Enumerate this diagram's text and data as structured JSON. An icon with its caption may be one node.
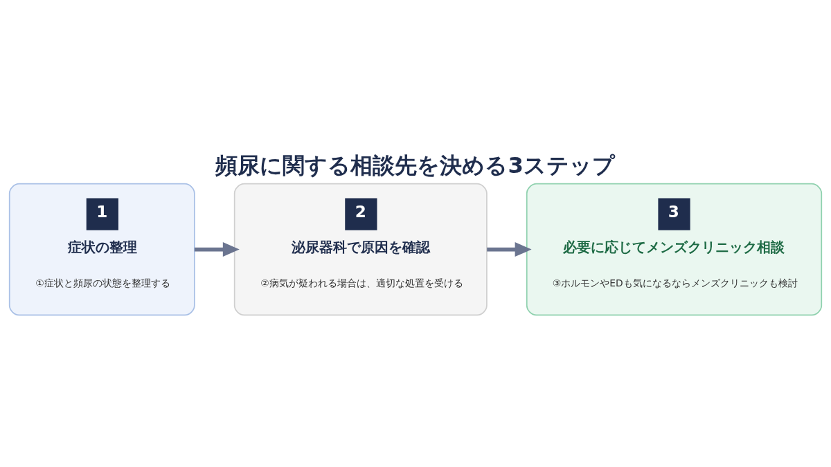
{
  "diagram": {
    "title": "頻尿に関する相談先を決める3ステップ",
    "nodes": [
      {
        "text": [
          "1",
          "症状の整理",
          "①症状と頻尿の状態を整理する"
        ]
      },
      {
        "text": [
          "2",
          "泌尿器科で原因を確認",
          "②病気が疑われる場合は、適切な処置を受ける"
        ]
      },
      {
        "text": [
          "3",
          "必要に応じてメンズクリニック相談",
          "③ホルモンやEDも気になるならメンズクリニックも検討"
        ]
      }
    ],
    "edges": [
      {
        "from": 0,
        "to": 1,
        "arrow": "to"
      },
      {
        "from": 1,
        "to": 2,
        "arrow": "to"
      }
    ]
  }
}
